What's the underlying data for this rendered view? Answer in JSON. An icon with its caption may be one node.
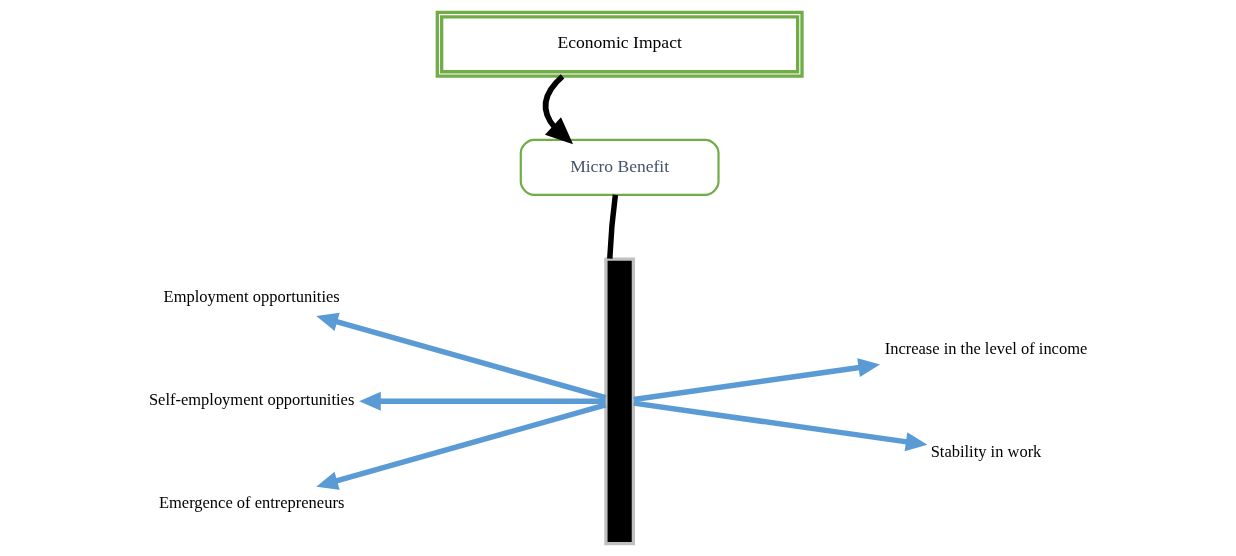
{
  "diagram": {
    "nodes": [
      {
        "text": [
          "Economic Impact"
        ]
      },
      {
        "text": [
          "Micro Benefit"
        ]
      },
      {
        "text": [],
        "shape": "bar"
      },
      {
        "text": [
          "Employment opportunities"
        ]
      },
      {
        "text": [
          "Increase in the level of income"
        ]
      },
      {
        "text": [
          "Self-employment opportunities"
        ]
      },
      {
        "text": [
          "Stability in work"
        ]
      },
      {
        "text": [
          "Emergence of entrepreneurs"
        ]
      }
    ],
    "edges": [
      {
        "from": 0,
        "to": 1,
        "arrow": "to",
        "color": "#000000"
      },
      {
        "from": 1,
        "to": 2,
        "arrow": "none",
        "color": "#000000"
      },
      {
        "from": 2,
        "to": 3,
        "arrow": "to"
      },
      {
        "from": 2,
        "to": 4,
        "arrow": "to"
      },
      {
        "from": 2,
        "to": 5,
        "arrow": "to"
      },
      {
        "from": 2,
        "to": 6,
        "arrow": "to"
      },
      {
        "from": 2,
        "to": 7,
        "arrow": "to"
      }
    ]
  }
}
